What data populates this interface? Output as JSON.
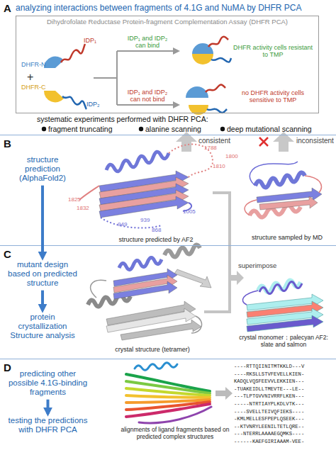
{
  "diagram": {
    "nodes": [
      {
        "text": [
          "A",
          "analyzing interactions between fragments of 4.1G and NuMA by DHFR PCA"
        ]
      },
      {
        "text": [
          "Dihydrofolate Reductase Protein-fragment Complementation Assay (DHFR PCA)"
        ],
        "in": 0
      },
      {
        "text": [
          "B"
        ]
      },
      {
        "text": [
          "structure prediction (AlphaFold2)"
        ],
        "in": 2
      },
      {
        "text": [
          "C"
        ]
      },
      {
        "text": [
          "mutant design based on predicted structure"
        ],
        "in": 4
      },
      {
        "text": [
          "protein crystallization Structure analysis"
        ],
        "in": 4
      },
      {
        "text": [
          "D"
        ]
      },
      {
        "text": [
          "predicting other possible 4.1G-binding fragments"
        ],
        "in": 7
      },
      {
        "text": [
          "testing the predictions with DHFR PCA"
        ],
        "in": 7
      }
    ],
    "edges": [
      {
        "from": 3,
        "to": 5,
        "arrow": "to"
      },
      {
        "from": 5,
        "to": 6,
        "arrow": "to"
      },
      {
        "from": 8,
        "to": 9,
        "arrow": "to"
      }
    ],
    "labels": [
      "DHFR-N",
      "IDP₁",
      "+",
      "DHFR-C",
      "IDP₂",
      "IDP₁ and IDP₂ can bind",
      "DHFR activity cells resistant to TMP",
      "IDP₁ and IDP₂ can not bind",
      "no DHFR activity cells sensitive to TMP",
      "systematic experiments performed with DHFR PCA:",
      "fragment truncating",
      "alanine scanning",
      "deep mutational scanning",
      "consistent",
      "inconsistent",
      "1788",
      "1800",
      "1810",
      "1825",
      "1832",
      "1005",
      "949",
      "939",
      "868",
      "structure predicted by AF2",
      "structure sampled by MD",
      "crystal structure (tetramer)",
      "superimpose",
      "crystal monomer：palecyan AF2: slate and salmon",
      "alignments of ligand fragments based on predicted complex structures",
      "----RTTQIINITMTKKLD---V",
      "----RKSLLSTVFEVELLKIEN-",
      "KADQLVQSFEEVVLEKKIEN---",
      "-TUAKEIDLLTMEVTE---LE--",
      "---TLPTGVVNIVRRFLKEN---",
      "-----NTRTIAYPLKDLVTK---",
      "----SVELLTEIVQFIEKS----",
      "-KMLMELLESFPEPLQSEEK---",
      "--KTVNRYLEENILTETLQRE--",
      "---NTERRLAAAAEGQMKS----",
      "------KAEFGIRIAAAM-VEE-"
    ]
  }
}
